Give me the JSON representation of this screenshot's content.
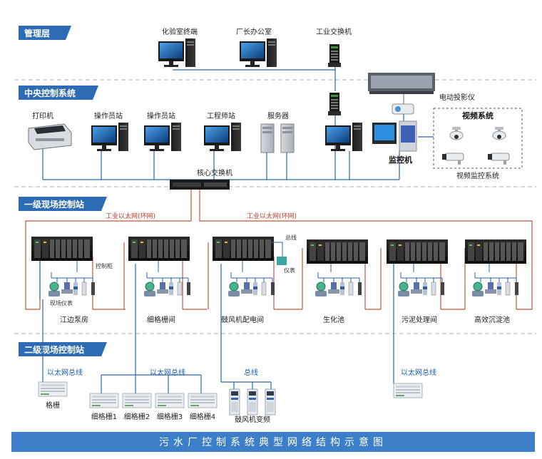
{
  "tiers": [
    {
      "label": "管理层"
    },
    {
      "label": "中央控制系统"
    },
    {
      "label": "一级现场控制站"
    },
    {
      "label": "二级现场控制站"
    }
  ],
  "management": {
    "lab_terminal": "化验室终端",
    "director_office": "厂长办公室",
    "industrial_switch": "工业交换机"
  },
  "central": {
    "printer": "打印机",
    "operator1": "操作员站",
    "operator2": "操作员站",
    "engineer": "工程师站",
    "server": "服务器",
    "projector": "电动投影仪",
    "monitor": "监控机",
    "core_switch": "核心交换机",
    "video_title": "视频系统",
    "video_caption": "视频监控系统"
  },
  "ring": {
    "left_label": "工业以太网(环网)",
    "right_label": "工业以太网(环网)"
  },
  "stations": [
    {
      "label": "江边泵房"
    },
    {
      "label": "细格栅间"
    },
    {
      "label": "鼓风机配电间"
    },
    {
      "label": "生化池"
    },
    {
      "label": "污泥处理间"
    },
    {
      "label": "高效沉淀池"
    }
  ],
  "station_notes": {
    "control_cabinet": "控制柜",
    "field_instrument": "现场仪表",
    "bus": "总线",
    "instrument": "仪表"
  },
  "secondary": {
    "bus1": "以太网总线",
    "bus2": "以太网总线",
    "bus3": "总线",
    "bus4": "以太网总线",
    "grille": "格栅",
    "fine1": "细格栅1",
    "fine2": "细格栅2",
    "fine3": "细格栅3",
    "fine4": "细格栅4",
    "blower_vfd": "鼓风机变频"
  },
  "footer": {
    "title": "污水厂控制系统典型网络结构示意图"
  },
  "colors": {
    "tier_bg": "#2d6cb5",
    "blue_line": "#2a63b0",
    "ring_line": "#c0583f",
    "footer_bg": "#3d7ec9"
  }
}
